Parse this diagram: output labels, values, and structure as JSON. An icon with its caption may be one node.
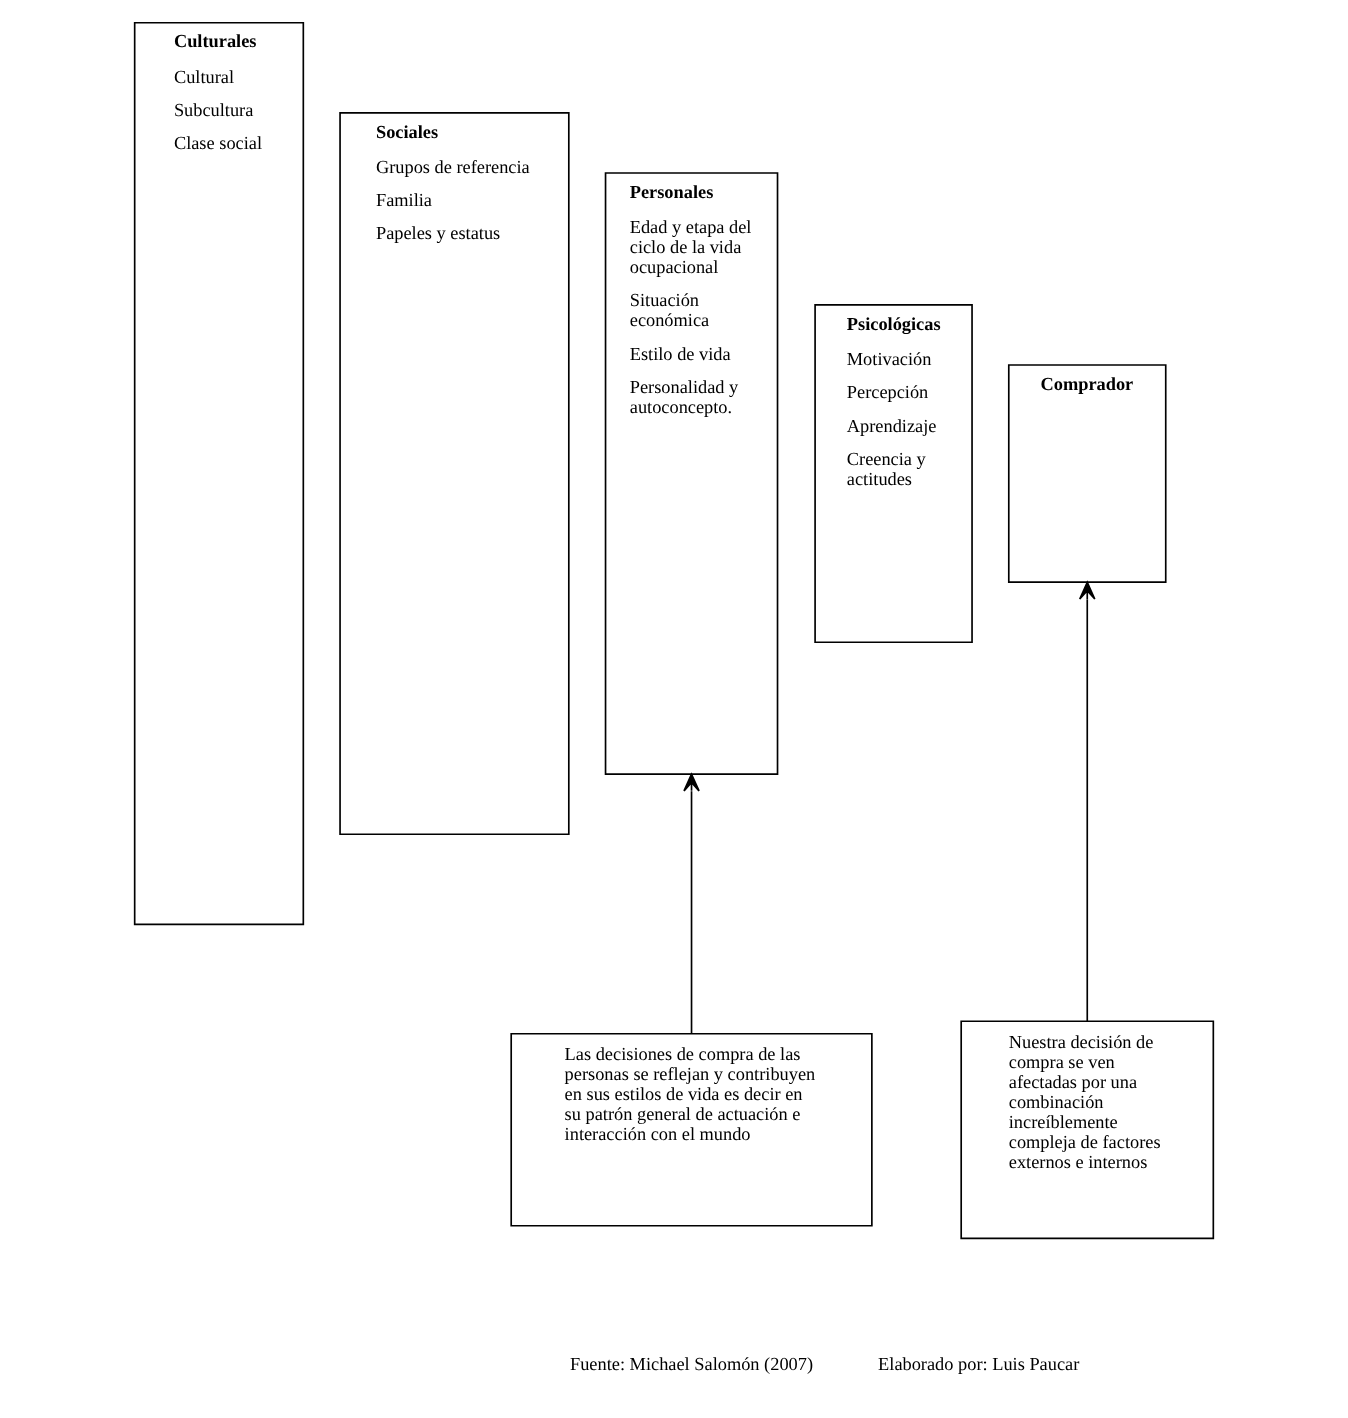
{
  "diagram": {
    "nodes": [
      {
        "text": [
          "Culturales",
          "Cultural",
          "Subcultura",
          "Clase social"
        ]
      },
      {
        "text": [
          "Sociales",
          "Grupos de referencia",
          "Familia",
          "Papeles y estatus"
        ]
      },
      {
        "text": [
          "Personales",
          "Edad y etapa del ciclo de la vida ocupacional",
          "Situación económica",
          "Estilo de vida",
          "Personalidad y autoconcepto."
        ]
      },
      {
        "text": [
          "Psicológicas",
          "Motivación",
          "Percepción",
          "Aprendizaje",
          "Creencia y actitudes"
        ]
      },
      {
        "text": [
          "Comprador"
        ]
      },
      {
        "text": [
          "Las decisiones de compra de las personas se reflejan y contribuyen en sus estilos de vida es decir en su patrón general de actuación e interacción con el mundo"
        ]
      },
      {
        "text": [
          "Nuestra decisión de compra se ven afectadas por una combinación increíblemente compleja de factores externos e internos"
        ]
      }
    ],
    "edges": [
      {
        "from": 5,
        "to": 2,
        "arrow": "to"
      },
      {
        "from": 6,
        "to": 4,
        "arrow": "to"
      }
    ],
    "labels": [
      "Fuente: Michael Salomón (2007)",
      "Elaborado por: Luis Paucar"
    ]
  }
}
